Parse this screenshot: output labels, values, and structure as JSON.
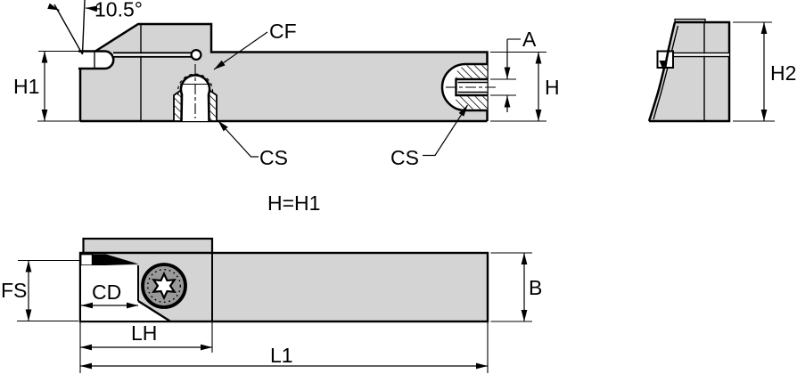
{
  "colors": {
    "body_fill": "#d4d4d4",
    "line_color": "#000000",
    "background": "#ffffff",
    "screw_fill": "#9a9a9a"
  },
  "side_view": {
    "angle_label": "10.5°",
    "h1_label": "H1",
    "cf_label": "CF",
    "cs_front_label": "CS",
    "cs_rear_label": "CS",
    "a_label": "A",
    "h_label": "H"
  },
  "end_view": {
    "h2_label": "H2"
  },
  "note": {
    "equation": "H=H1"
  },
  "top_view": {
    "fs_label": "FS",
    "cd_label": "CD",
    "lh_label": "LH",
    "l1_label": "L1",
    "b_label": "B"
  }
}
